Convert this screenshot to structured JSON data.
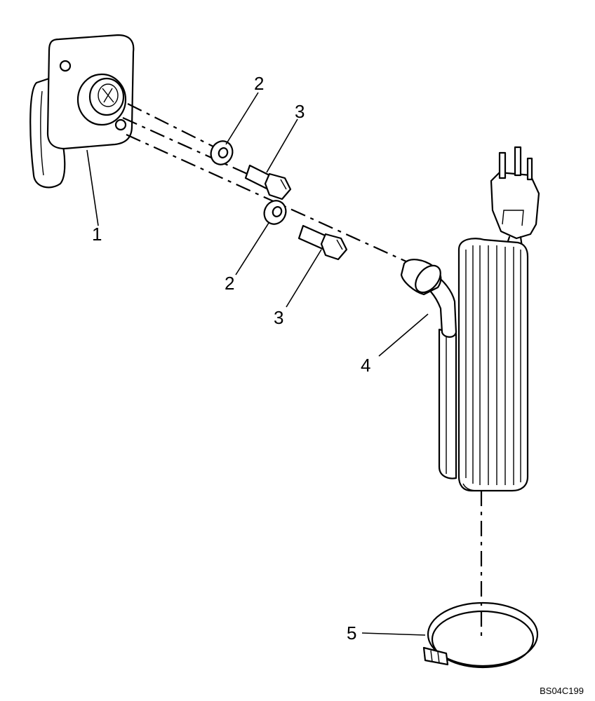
{
  "diagram": {
    "callouts": [
      "1",
      "2",
      "3",
      "2",
      "3",
      "4",
      "5"
    ],
    "ref_code": "BS04C199"
  }
}
